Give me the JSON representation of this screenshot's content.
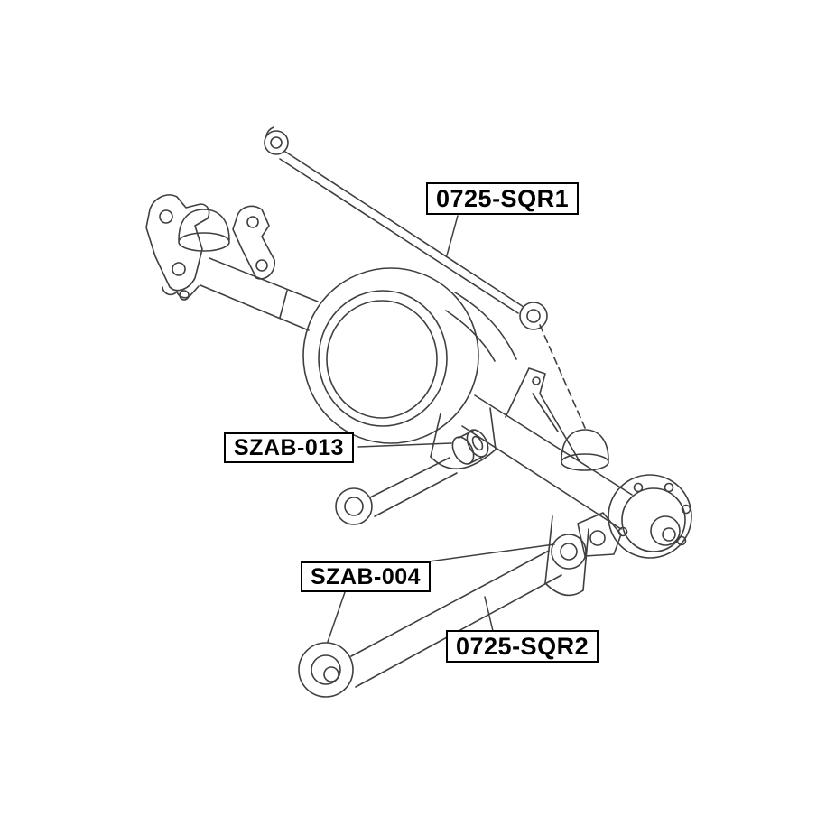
{
  "diagram": {
    "type": "technical-parts-diagram",
    "description": "Rear axle and suspension arm line drawing with part number callouts",
    "colors": {
      "background": "#ffffff",
      "line": "#3f3f3f",
      "label_border": "#000000",
      "label_text": "#000000",
      "label_background": "#ffffff"
    },
    "labels": [
      {
        "text": "0725-SQR1"
      },
      {
        "text": "SZAB-013"
      },
      {
        "text": "SZAB-004"
      },
      {
        "text": "0725-SQR2"
      }
    ]
  }
}
